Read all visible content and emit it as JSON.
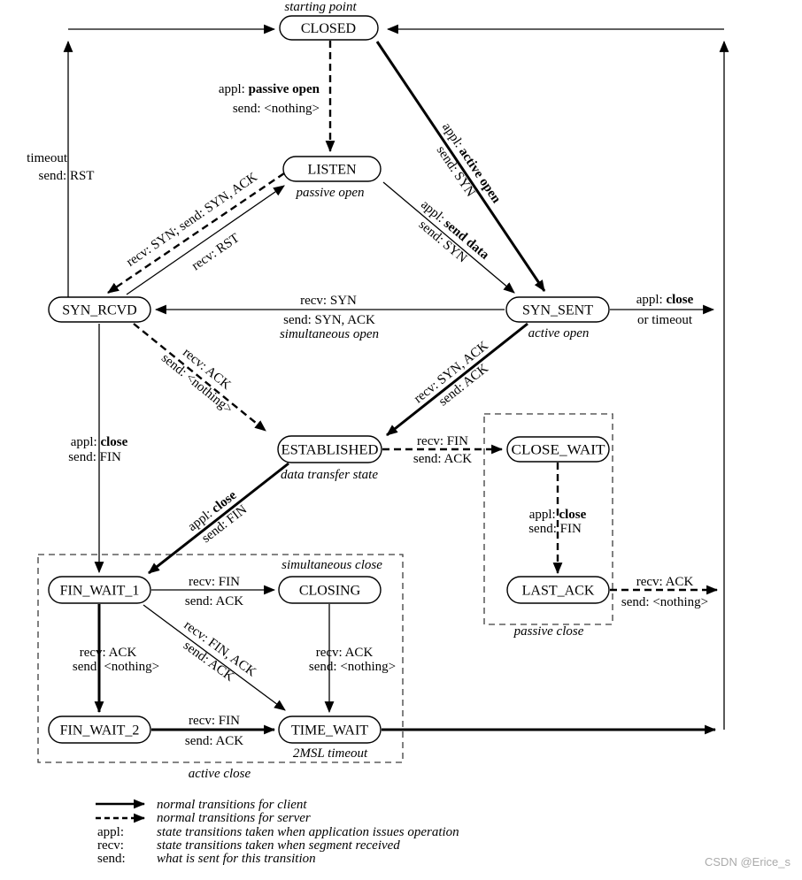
{
  "states": {
    "closed": "CLOSED",
    "listen": "LISTEN",
    "syn_rcvd": "SYN_RCVD",
    "syn_sent": "SYN_SENT",
    "established": "ESTABLISHED",
    "close_wait": "CLOSE_WAIT",
    "last_ack": "LAST_ACK",
    "fin_wait_1": "FIN_WAIT_1",
    "closing": "CLOSING",
    "fin_wait_2": "FIN_WAIT_2",
    "time_wait": "TIME_WAIT"
  },
  "annotations": {
    "starting_point": "starting point",
    "passive_open": "passive open",
    "active_open": "active open",
    "data_transfer_state": "data transfer state",
    "simultaneous_open": "simultaneous open",
    "simultaneous_close": "simultaneous close",
    "msl_timeout": "2MSL timeout",
    "active_close": "active close",
    "passive_close": "passive close"
  },
  "transitions": {
    "closed_listen": {
      "appl": "appl: ",
      "appl_bold": "passive open",
      "send": "send: <nothing>"
    },
    "closed_synsent": {
      "appl": "appl: ",
      "appl_bold": "active open",
      "send": "send: SYN"
    },
    "listen_synsent": {
      "appl": "appl: ",
      "appl_bold": "send data",
      "send": "send: SYN"
    },
    "listen_synrcvd": {
      "label": "recv: SYN;  send: SYN, ACK"
    },
    "synrcvd_listen": {
      "label": "recv: RST"
    },
    "synsent_synrcvd": {
      "recv": "recv: SYN",
      "send": "send: SYN, ACK"
    },
    "synrcvd_established": {
      "recv": "recv: ACK",
      "send": "send: <nothing>"
    },
    "synsent_established": {
      "recv": "recv: SYN, ACK",
      "send": "send: ACK"
    },
    "established_closewait": {
      "recv": "recv: FIN",
      "send": "send: ACK"
    },
    "closewait_lastack": {
      "appl": "appl: ",
      "appl_bold": "close",
      "send": "send: FIN"
    },
    "lastack_closed": {
      "recv": "recv: ACK",
      "send": "send: <nothing>"
    },
    "established_finwait1": {
      "appl": "appl: ",
      "appl_bold": "close",
      "send": "send: FIN"
    },
    "synrcvd_finwait1": {
      "appl": "appl: ",
      "appl_bold": "close",
      "send": "send: FIN"
    },
    "synrcvd_closed": {
      "line1": "timeout",
      "line2": "send: RST"
    },
    "synsent_closed": {
      "appl": "appl: ",
      "appl_bold": "close",
      "line2": "or timeout"
    },
    "finwait1_closing": {
      "recv": "recv: FIN",
      "send": "send: ACK"
    },
    "finwait1_timewait": {
      "recv": "recv: FIN, ACK",
      "send": "send: ACK"
    },
    "finwait1_finwait2": {
      "recv": "recv: ACK",
      "send": "send: <nothing>"
    },
    "closing_timewait": {
      "recv": "recv: ACK",
      "send": "send: <nothing>"
    },
    "finwait2_timewait": {
      "recv": "recv: FIN",
      "send": "send: ACK"
    }
  },
  "legend": {
    "client": "normal transitions for client",
    "server": "normal transitions for server",
    "appl_key": "appl:",
    "appl_desc": "state transitions taken when application issues operation",
    "recv_key": "recv:",
    "recv_desc": "state transitions taken when segment received",
    "send_key": "send:",
    "send_desc": "what is sent for this transition"
  },
  "watermark": "CSDN @Erice_s",
  "colors": {
    "ink": "#000000",
    "watermark": "#aaaaaa",
    "background": "#ffffff"
  }
}
